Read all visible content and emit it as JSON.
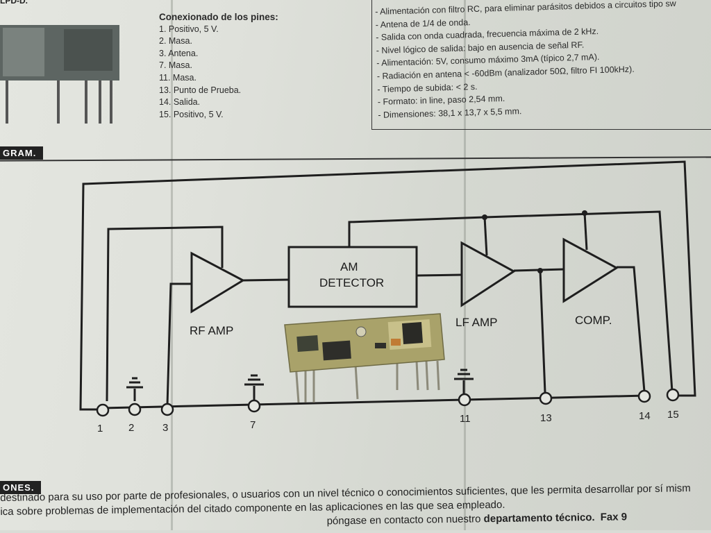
{
  "top_left_header": "LPD-D.",
  "pins": {
    "heading": "Conexionado de los pines:",
    "items": [
      "1. Positivo, 5 V.",
      "2. Masa.",
      "3. Antena.",
      "7. Masa.",
      "11. Masa.",
      "13. Punto de Prueba.",
      "14. Salida.",
      "15. Positivo, 5 V."
    ]
  },
  "specs": [
    "- Alimentación con filtro RC, para eliminar parásitos debidos a circuitos tipo sw",
    "- Antena de 1/4 de onda.",
    "- Salida con onda cuadrada, frecuencia máxima de 2 kHz.",
    "- Nivel lógico de salida: bajo en ausencia de señal RF.",
    "- Alimentación: 5V, consumo máximo 3mA (típico 2,7 mA).",
    "- Radiación en antena < -60dBm (analizador 50Ω, filtro FI 100kHz).",
    "- Tiempo de subida: < 2 s.",
    "- Formato: in line, paso 2,54 mm.",
    "- Dimensiones: 38,1 x 13,7 x 5,5 mm."
  ],
  "section_label_diagram": "GRAM.",
  "section_label_bottom": "ONES.",
  "diagram": {
    "rf_amp": "RF AMP",
    "am_detector_line1": "AM",
    "am_detector_line2": "DETECTOR",
    "lf_amp": "LF AMP",
    "comp": "COMP.",
    "pin_labels": [
      "1",
      "2",
      "3",
      "7",
      "11",
      "13",
      "14",
      "15"
    ]
  },
  "bottom_lines": [
    "destinado para su uso por parte de profesionales, o usuarios con un nivel técnico o conocimientos suficientes, que les permita desarrollar por sí mism",
    "ica sobre problemas de implementación del citado componente en las aplicaciones en las que sea empleado."
  ],
  "bottom_line3_normal": "póngase en contacto con nuestro ",
  "bottom_line3_bold": "departamento técnico.",
  "bottom_line3_fax": "Fax 9"
}
